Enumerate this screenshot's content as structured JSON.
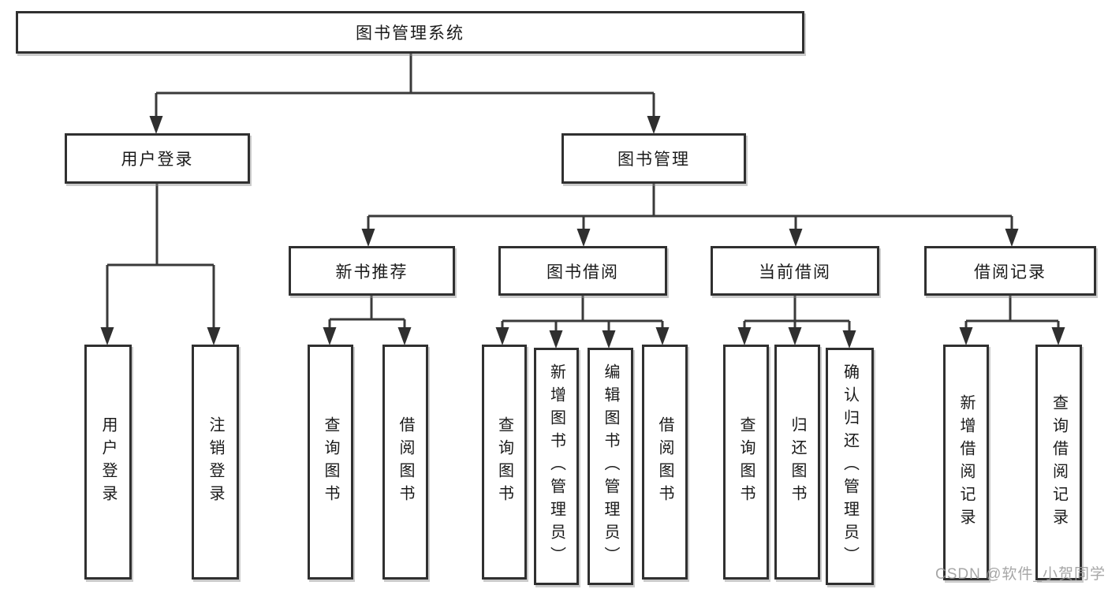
{
  "diagram": {
    "title": "图书管理系统",
    "root": {
      "label": "图书管理系统"
    },
    "level2": [
      {
        "label": "用户登录"
      },
      {
        "label": "图书管理"
      }
    ],
    "level3": [
      {
        "label": "新书推荐"
      },
      {
        "label": "图书借阅"
      },
      {
        "label": "当前借阅"
      },
      {
        "label": "借阅记录"
      }
    ],
    "leaves": {
      "user_login": [
        {
          "label": "用户登录"
        },
        {
          "label": "注销登录"
        }
      ],
      "new_book": [
        {
          "label": "查询图书"
        },
        {
          "label": "借阅图书"
        }
      ],
      "book_borrow": [
        {
          "label": "查询图书"
        },
        {
          "label": "新增图书（管理员）"
        },
        {
          "label": "编辑图书（管理员）"
        },
        {
          "label": "借阅图书"
        }
      ],
      "current_borrow": [
        {
          "label": "查询图书"
        },
        {
          "label": "归还图书"
        },
        {
          "label": "确认归还（管理员）"
        }
      ],
      "borrow_record": [
        {
          "label": "新增借阅记录"
        },
        {
          "label": "查询借阅记录"
        }
      ]
    },
    "watermark": "CSDN @软件_小贺同学",
    "colors": {
      "line": "#3a3a3a",
      "arrow": "#2f2f2f",
      "border": "#303030",
      "text": "#1a1a1a",
      "watermark": "#a6a6a6",
      "background": "#ffffff"
    }
  }
}
